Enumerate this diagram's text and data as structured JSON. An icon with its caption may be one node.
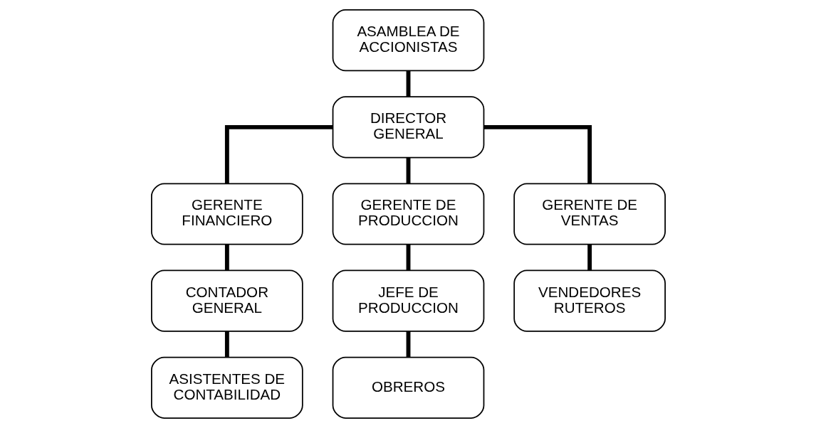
{
  "diagram": {
    "nodes": [
      {
        "text": [
          "ASAMBLEA DE ACCIONISTAS"
        ]
      },
      {
        "text": [
          "DIRECTOR GENERAL"
        ]
      },
      {
        "text": [
          "GERENTE FINANCIERO"
        ]
      },
      {
        "text": [
          "GERENTE DE PRODUCCION"
        ]
      },
      {
        "text": [
          "GERENTE DE VENTAS"
        ]
      },
      {
        "text": [
          "CONTADOR GENERAL"
        ]
      },
      {
        "text": [
          "JEFE DE PRODUCCION"
        ]
      },
      {
        "text": [
          "VENDEDORES RUTEROS"
        ]
      },
      {
        "text": [
          "ASISTENTES DE CONTABILIDAD"
        ]
      },
      {
        "text": [
          "OBREROS"
        ]
      }
    ],
    "edges": [
      {
        "from": 0,
        "to": 1,
        "arrow": "none"
      },
      {
        "from": 1,
        "to": 2,
        "arrow": "none"
      },
      {
        "from": 1,
        "to": 3,
        "arrow": "none"
      },
      {
        "from": 1,
        "to": 4,
        "arrow": "none"
      },
      {
        "from": 2,
        "to": 5,
        "arrow": "none"
      },
      {
        "from": 3,
        "to": 6,
        "arrow": "none"
      },
      {
        "from": 4,
        "to": 7,
        "arrow": "none"
      },
      {
        "from": 5,
        "to": 8,
        "arrow": "none"
      },
      {
        "from": 6,
        "to": 9,
        "arrow": "none"
      }
    ]
  }
}
